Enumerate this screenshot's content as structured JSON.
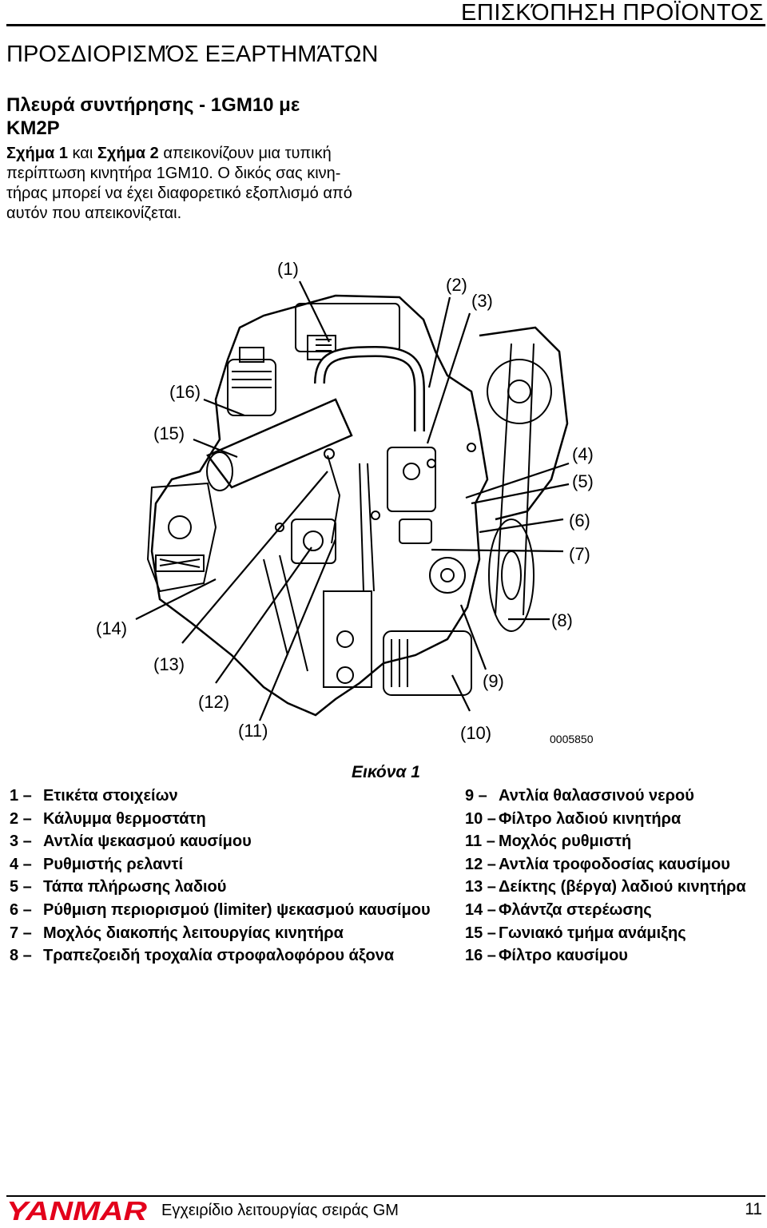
{
  "header": {
    "title": "ΕΠΙΣΚΌΠΗΣΗ ΠΡΟΪΟΝΤΟΣ"
  },
  "section_title": "ΠΡΟΣΔΙΟΡΙΣΜΌΣ ΕΞΑΡΤΗΜΆΤΩΝ",
  "sub_title": "Πλευρά συντήρησης - 1GM10 με KM2P",
  "intro": {
    "fig1": "Σχήμα 1",
    "and": " και ",
    "fig2": "Σχήμα 2",
    "rest": " απεικονίζουν μια τυπική περίπτωση κινητήρα 1GM10. Ο δικός σας κινη- τήρας μπορεί να έχει διαφορετικό εξοπλισμό από αυτόν που απεικονίζεται."
  },
  "figure": {
    "image_code": "0005850",
    "callouts": [
      "(1)",
      "(2)",
      "(3)",
      "(4)",
      "(5)",
      "(6)",
      "(7)",
      "(8)",
      "(9)",
      "(10)",
      "(11)",
      "(12)",
      "(13)",
      "(14)",
      "(15)",
      "(16)"
    ],
    "caption": "Εικόνα 1"
  },
  "legend_left": [
    {
      "num": "1 –",
      "text": "Ετικέτα στοιχείων"
    },
    {
      "num": "2 –",
      "text": "Κάλυμμα θερμοστάτη"
    },
    {
      "num": "3 –",
      "text": "Αντλία ψεκασμού καυσίμου"
    },
    {
      "num": "4 –",
      "text": "Ρυθμιστής ρελαντί"
    },
    {
      "num": "5 –",
      "text": "Τάπα πλήρωσης λαδιού"
    },
    {
      "num": "6 –",
      "text": "Ρύθμιση περιορισμού (limiter) ψεκασμού καυσίμου"
    },
    {
      "num": "7 –",
      "text": "Μοχλός διακοπής λειτουργίας κινητήρα"
    },
    {
      "num": "8 –",
      "text": "Τραπεζοειδή τροχαλία στροφαλοφόρου άξονα"
    }
  ],
  "legend_right": [
    {
      "num": "9 –",
      "text": "Αντλία θαλασσινού νερού"
    },
    {
      "num": "10 –",
      "text": "Φίλτρο λαδιού κινητήρα"
    },
    {
      "num": "11 –",
      "text": "Μοχλός ρυθμιστή"
    },
    {
      "num": "12 –",
      "text": "Αντλία τροφοδοσίας καυσίμου"
    },
    {
      "num": "13 –",
      "text": "Δείκτης (βέργα) λαδιού κινητήρα"
    },
    {
      "num": "14 –",
      "text": "Φλάντζα στερέωσης"
    },
    {
      "num": "15 –",
      "text": "Γωνιακό τμήμα ανάμιξης"
    },
    {
      "num": "16 –",
      "text": "Φίλτρο καυσίμου"
    }
  ],
  "footer": {
    "logo_text": "YANMAR",
    "logo_color": "#e3001b",
    "manual_title": "Εγχειρίδιο λειτουργίας σειράς GM",
    "page_number": "11"
  }
}
